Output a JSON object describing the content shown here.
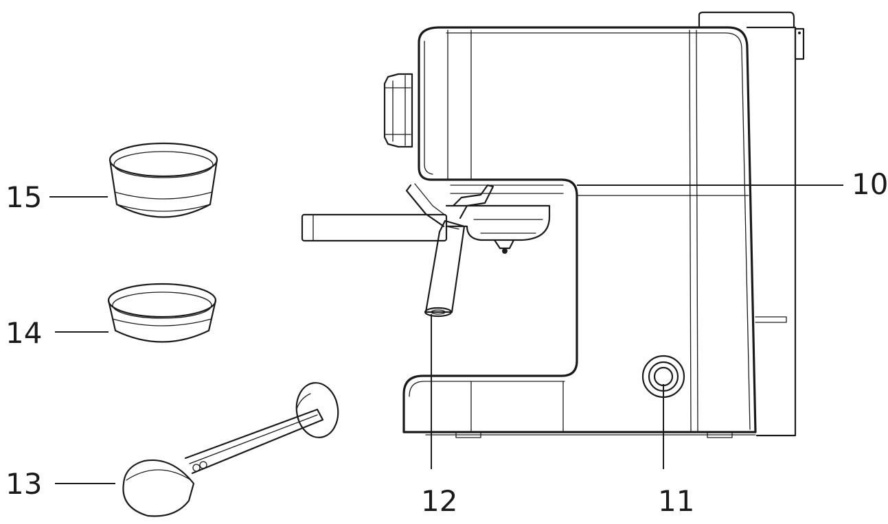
{
  "figure": {
    "callouts": [
      {
        "id": "10",
        "label": "10"
      },
      {
        "id": "11",
        "label": "11"
      },
      {
        "id": "12",
        "label": "12"
      },
      {
        "id": "13",
        "label": "13"
      },
      {
        "id": "14",
        "label": "14"
      },
      {
        "id": "15",
        "label": "15"
      }
    ]
  }
}
